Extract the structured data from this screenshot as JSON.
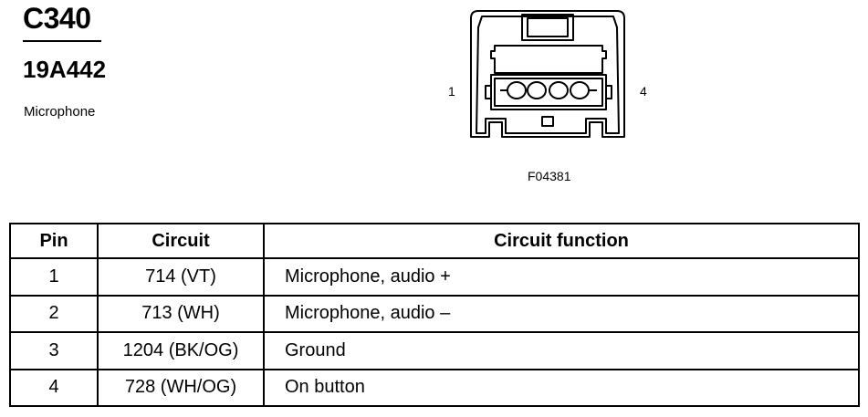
{
  "header": {
    "connector_id": "C340",
    "part_number": "19A442",
    "component": "Microphone"
  },
  "figure": {
    "pin_left": "1",
    "pin_right": "4",
    "figure_id": "F04381"
  },
  "table": {
    "columns": [
      "Pin",
      "Circuit",
      "Circuit function"
    ],
    "rows": [
      {
        "pin": "1",
        "circuit": "714 (VT)",
        "function": "Microphone, audio +"
      },
      {
        "pin": "2",
        "circuit": "713 (WH)",
        "function": "Microphone, audio –"
      },
      {
        "pin": "3",
        "circuit": "1204 (BK/OG)",
        "function": "Ground"
      },
      {
        "pin": "4",
        "circuit": "728 (WH/OG)",
        "function": "On button"
      }
    ]
  }
}
